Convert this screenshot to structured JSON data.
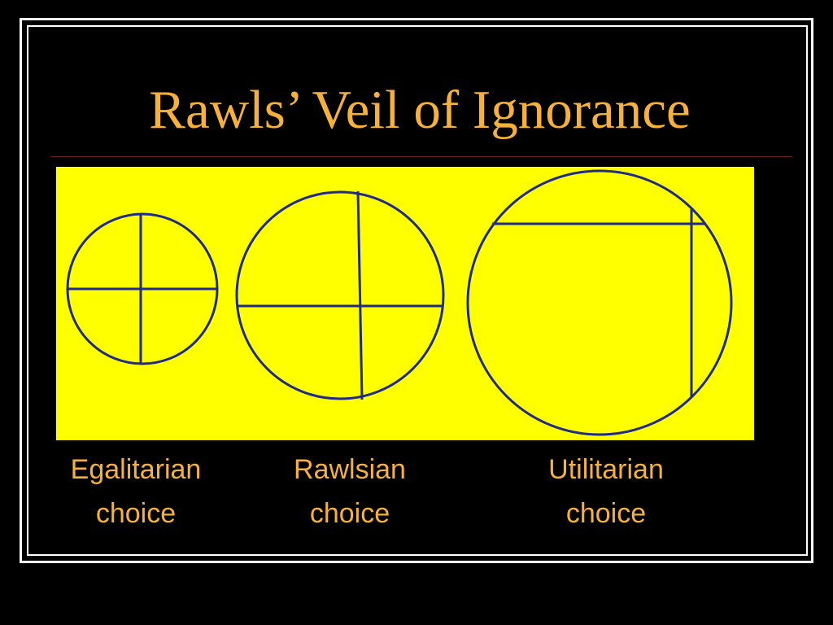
{
  "slide": {
    "title": "Rawls’ Veil of Ignorance"
  },
  "choices": [
    {
      "line1": "Egalitarian",
      "line2": "choice"
    },
    {
      "line1": "Rawlsian",
      "line2": "choice"
    },
    {
      "line1": "Utilitarian",
      "line2": "choice"
    }
  ],
  "colors": {
    "background": "#000000",
    "frame": "#ffffff",
    "title": "#f5b13b",
    "panel": "#ffff00",
    "circle_stroke": "#1f2a8a"
  }
}
